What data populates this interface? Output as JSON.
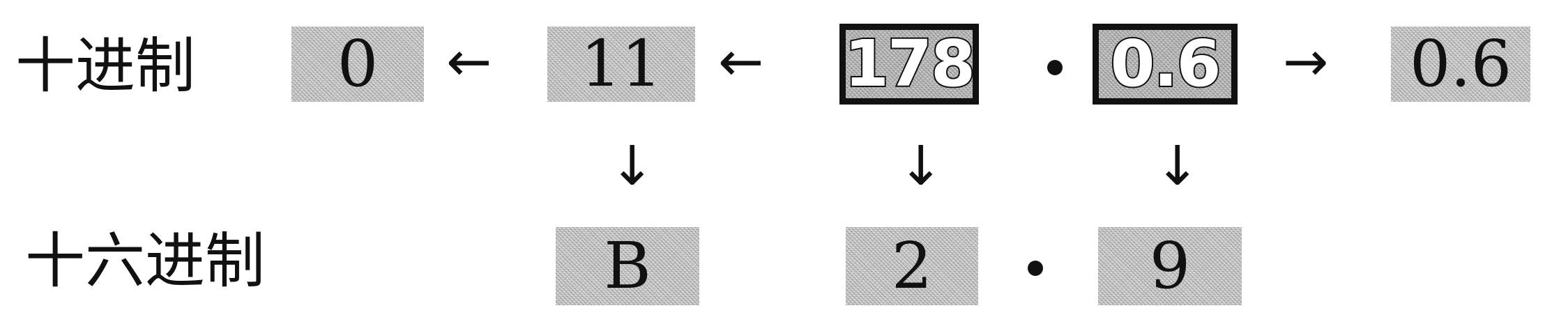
{
  "labels": {
    "decimal": "十进制",
    "hexadecimal": "十六进制"
  },
  "decimal_row": {
    "quotient_final": "0",
    "quotient_mid": "11",
    "integer_part": "178",
    "fraction_part": "0.6",
    "fraction_remainder": "0.6"
  },
  "hex_row": {
    "digit_1": "B",
    "digit_2": "2",
    "fraction_digit": "9"
  },
  "arrows": {
    "left": "←",
    "right": "→",
    "down": "↓"
  }
}
